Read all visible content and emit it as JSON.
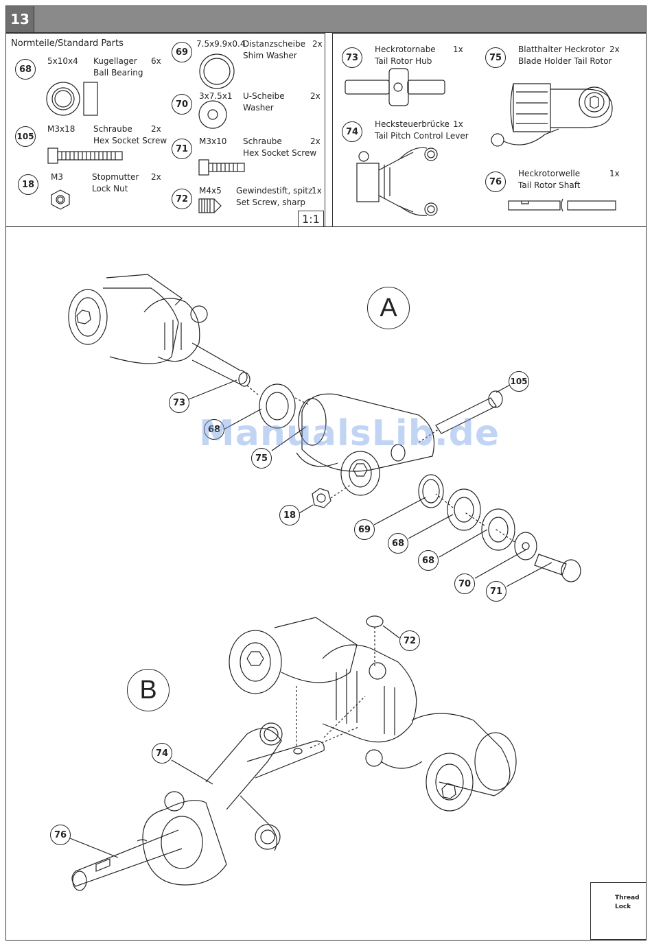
{
  "step": "13",
  "parts_header": "Normteile/Standard Parts",
  "scale": "1:1",
  "standard_parts": [
    {
      "num": "68",
      "size": "5x10x4",
      "de": "Kugellager",
      "en": "Ball Bearing",
      "qty": "6x"
    },
    {
      "num": "105",
      "size": "M3x18",
      "de": "Schraube",
      "en": "Hex Socket Screw",
      "qty": "2x"
    },
    {
      "num": "18",
      "size": "M3",
      "de": "Stopmutter",
      "en": "Lock Nut",
      "qty": "2x"
    },
    {
      "num": "69",
      "size": "7.5x9.9x0.4",
      "de": "Distanzscheibe",
      "en": "Shim Washer",
      "qty": "2x"
    },
    {
      "num": "70",
      "size": "3x7.5x1",
      "de": "U-Scheibe",
      "en": "Washer",
      "qty": "2x"
    },
    {
      "num": "71",
      "size": "M3x10",
      "de": "Schraube",
      "en": "Hex Socket Screw",
      "qty": "2x"
    },
    {
      "num": "72",
      "size": "M4x5",
      "de": "Gewindestift, spitz",
      "en": "Set Screw, sharp",
      "qty": "1x"
    }
  ],
  "special_parts": [
    {
      "num": "73",
      "de": "Heckrotornabe",
      "en": "Tail Rotor Hub",
      "qty": "1x"
    },
    {
      "num": "74",
      "de": "Hecksteuerbrücke",
      "en": "Tail Pitch Control Lever",
      "qty": "1x"
    },
    {
      "num": "75",
      "de": "Blatthalter Heckrotor",
      "en": "Blade Holder Tail Rotor",
      "qty": "2x"
    },
    {
      "num": "76",
      "de": "Heckrotorwelle",
      "en": "Tail Rotor Shaft",
      "qty": "1x"
    }
  ],
  "diagram_a": {
    "label": "A",
    "callouts": [
      "73",
      "68",
      "75",
      "105",
      "18",
      "69",
      "68",
      "68",
      "70",
      "71"
    ]
  },
  "diagram_b": {
    "label": "B",
    "callouts": [
      "72",
      "74",
      "76"
    ]
  },
  "watermark": "ManualsLib.de",
  "thread_lock": {
    "line1": "Thread",
    "line2": "Lock"
  }
}
